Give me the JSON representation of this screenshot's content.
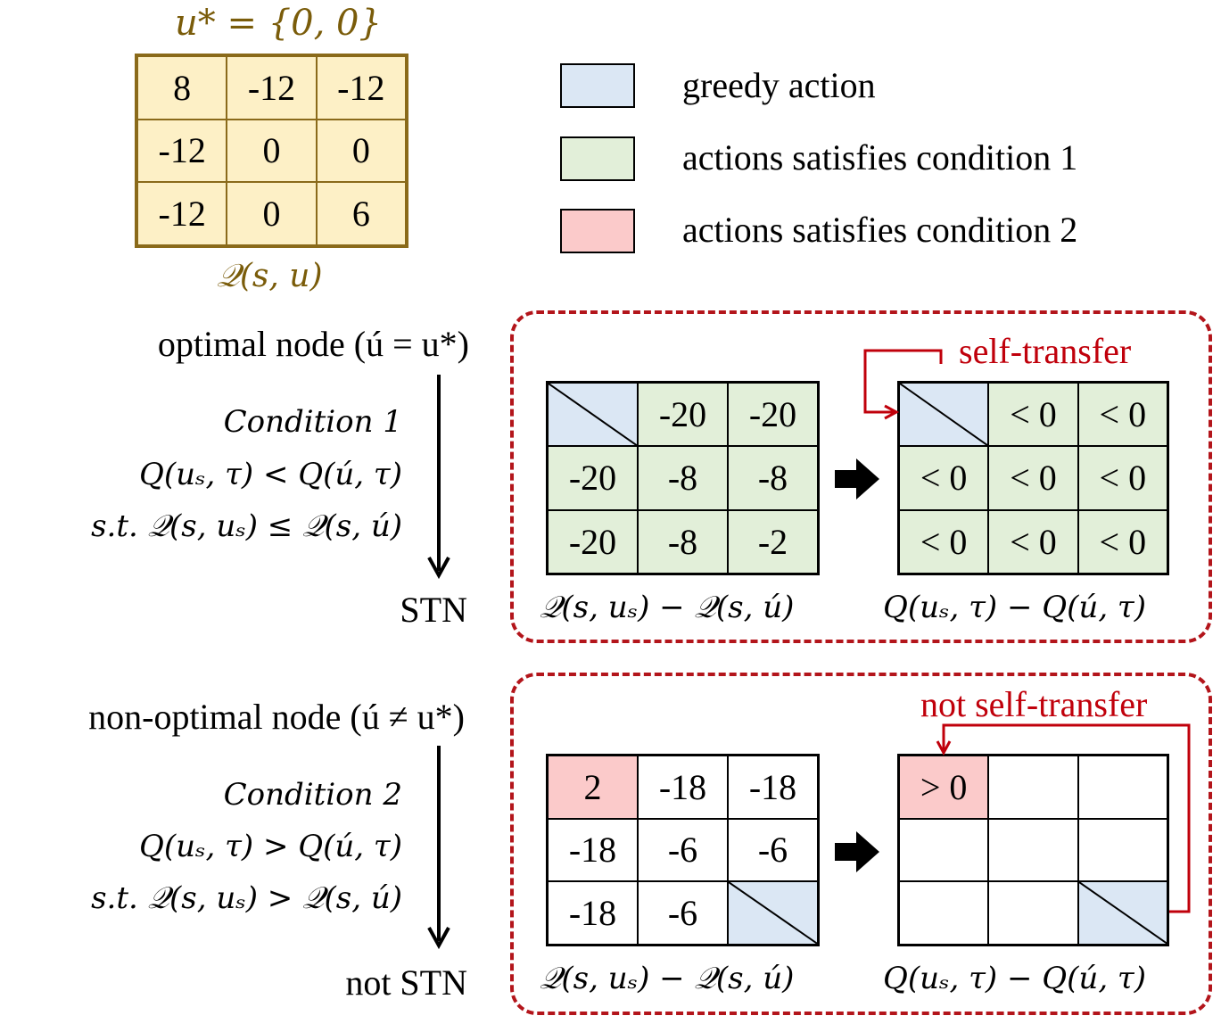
{
  "top": {
    "optimal_label": "u* = {0, 0}",
    "q_grid": [
      [
        "8",
        "-12",
        "-12"
      ],
      [
        "-12",
        "0",
        "0"
      ],
      [
        "-12",
        "0",
        "6"
      ]
    ],
    "q_caption": "𝒬(s, u)"
  },
  "legend": [
    {
      "label": "greedy action",
      "color": "#dbe7f4"
    },
    {
      "label": "actions satisfies condition 1",
      "color": "#e2efd9"
    },
    {
      "label": "actions satisfies condition 2",
      "color": "#fbcaca"
    }
  ],
  "section1": {
    "node_label": "optimal node (ú = u*)",
    "condition_title": "Condition 1",
    "condition_line1": "Q(uₛ, τ) < Q(ú, τ)",
    "condition_line2": "s.t. 𝒬(s, uₛ) ≤ 𝒬(s, ú)",
    "result": "STN",
    "left_grid": [
      [
        "",
        "-20",
        "-20"
      ],
      [
        "-20",
        "-8",
        "-8"
      ],
      [
        "-20",
        "-8",
        "-2"
      ]
    ],
    "left_colors": [
      [
        "blue",
        "green",
        "green"
      ],
      [
        "green",
        "green",
        "green"
      ],
      [
        "green",
        "green",
        "green"
      ]
    ],
    "right_grid": [
      [
        "",
        "< 0",
        "< 0"
      ],
      [
        "< 0",
        "< 0",
        "< 0"
      ],
      [
        "< 0",
        "< 0",
        "< 0"
      ]
    ],
    "right_colors": [
      [
        "blue",
        "green",
        "green"
      ],
      [
        "green",
        "green",
        "green"
      ],
      [
        "green",
        "green",
        "green"
      ]
    ],
    "left_caption": "𝒬(s, uₛ) − 𝒬(s, ú)",
    "right_caption": "Q(uₛ, τ) − Q(ú, τ)",
    "transfer_label": "self-transfer"
  },
  "section2": {
    "node_label": "non-optimal node (ú ≠ u*)",
    "condition_title": "Condition 2",
    "condition_line1": "Q(uₛ, τ) > Q(ú, τ)",
    "condition_line2": "s.t. 𝒬(s, uₛ) > 𝒬(s, ú)",
    "result": "not STN",
    "left_grid": [
      [
        "2",
        "-18",
        "-18"
      ],
      [
        "-18",
        "-6",
        "-6"
      ],
      [
        "-18",
        "-6",
        ""
      ]
    ],
    "left_colors": [
      [
        "pink",
        "white",
        "white"
      ],
      [
        "white",
        "white",
        "white"
      ],
      [
        "white",
        "white",
        "blue"
      ]
    ],
    "right_grid": [
      [
        "> 0",
        "",
        ""
      ],
      [
        "",
        "",
        ""
      ],
      [
        "",
        "",
        ""
      ]
    ],
    "right_colors": [
      [
        "pink",
        "white",
        "white"
      ],
      [
        "white",
        "white",
        "white"
      ],
      [
        "white",
        "white",
        "blue"
      ]
    ],
    "left_caption": "𝒬(s, uₛ) − 𝒬(s, ú)",
    "right_caption": "Q(uₛ, τ) − Q(ú, τ)",
    "transfer_label": "not self-transfer"
  }
}
